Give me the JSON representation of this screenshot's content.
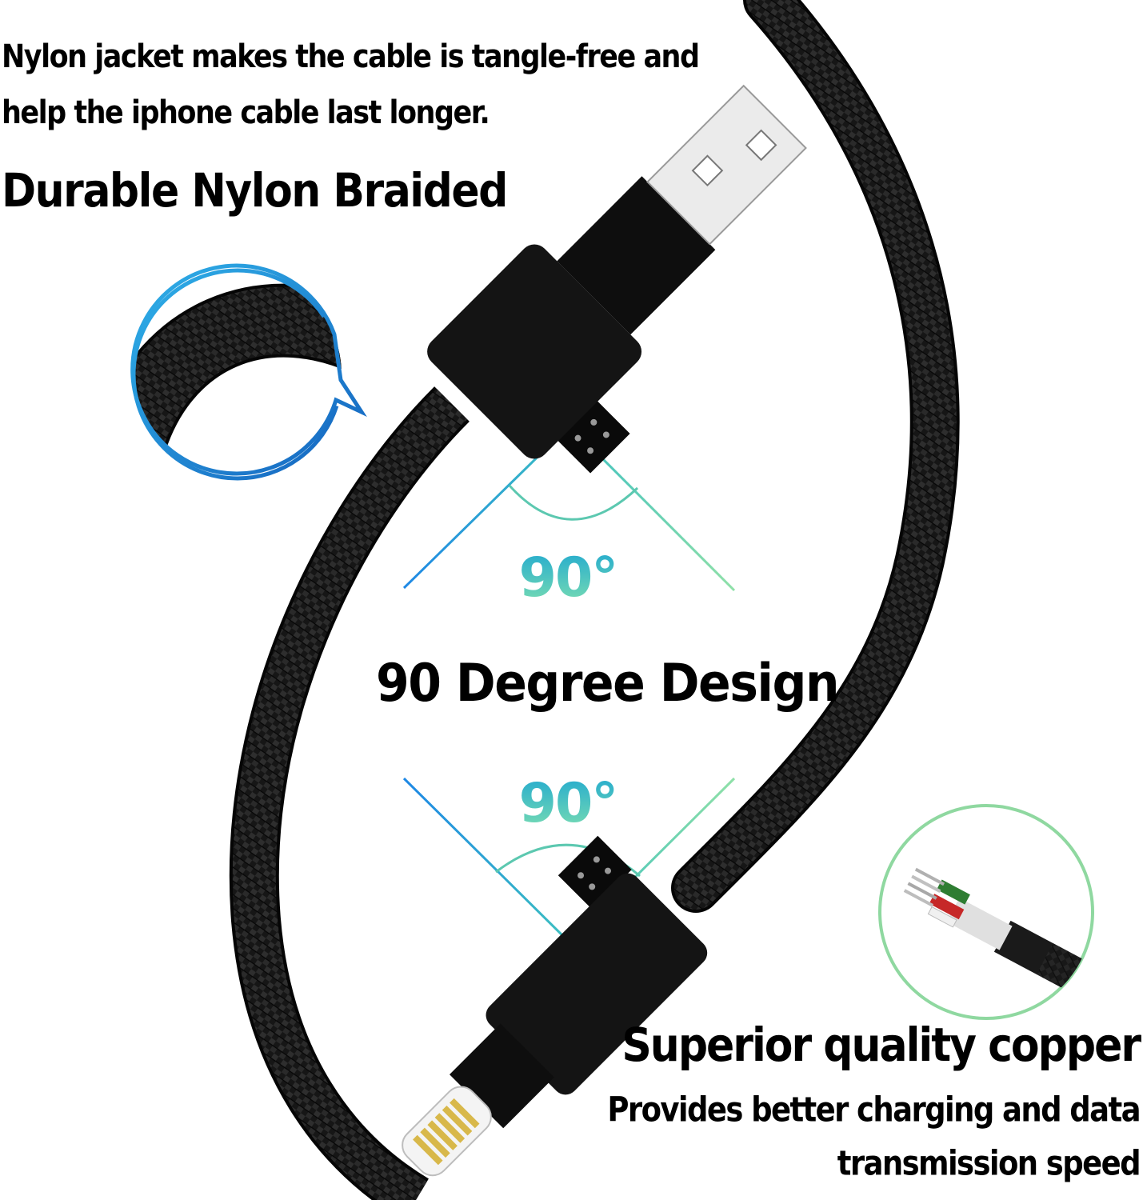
{
  "top_text": {
    "line1": "Nylon jacket makes the cable is tangle-free and",
    "line2": "help the iphone cable last longer.",
    "heading": "Durable Nylon Braided"
  },
  "middle": {
    "angle_top_label": "90°",
    "heading": "90 Degree Design",
    "angle_bottom_label": "90°"
  },
  "bottom_text": {
    "heading": "Superior quality copper",
    "line1": "Provides better charging and data",
    "line2": "transmission speed"
  },
  "colors": {
    "cable": "#1a1a1a",
    "blue_accent": "#1e88e5",
    "green_accent": "#7fd8a0",
    "angle_text_top": "#1fb3c8",
    "angle_text_bottom": "#8be3b3"
  }
}
